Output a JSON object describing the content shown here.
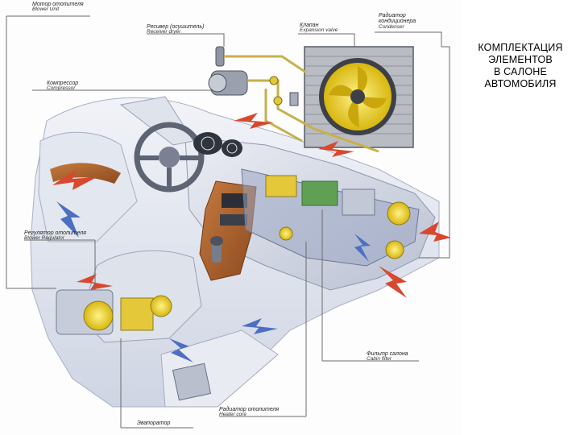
{
  "headline": {
    "lines": [
      "КОМПЛЕКТАЦИЯ",
      "ЭЛЕМЕНТОВ",
      "В САЛОНЕ",
      "АВТОМОБИЛЯ"
    ]
  },
  "callouts": {
    "blower_unit": {
      "ru": "Мотор отопителя",
      "en": "Blower Unit"
    },
    "receiver_dryer": {
      "ru": "Ресивер (осушитель)",
      "en": "Receiver dryer"
    },
    "expansion_valve": {
      "ru": "Клапан",
      "en": "Expansion valve"
    },
    "condenser": {
      "ru": "Радиатор кондиционера",
      "en": "Condenser"
    },
    "compressor": {
      "ru": "Компрессор",
      "en": "Compressor"
    },
    "blower_regulator": {
      "ru": "Регулятор отопителя",
      "en": "Blower Regulator"
    },
    "cabin_filter": {
      "ru": "Фильтр салона",
      "en": "Cabin filter"
    },
    "heater_core": {
      "ru": "Радиатор отопителя",
      "en": "Heater core"
    },
    "evaporator": {
      "ru": "Эвапоратор",
      "en": ""
    }
  },
  "colors": {
    "leader_line": "#6b6b6b",
    "interior": "#e6e9f1",
    "wood": "#b5652f",
    "fan_yellow": "#f2d21b",
    "airflow_red": "#d8482e",
    "airflow_blue": "#4c6fc4",
    "ac_pipe": "#c8b04a"
  }
}
